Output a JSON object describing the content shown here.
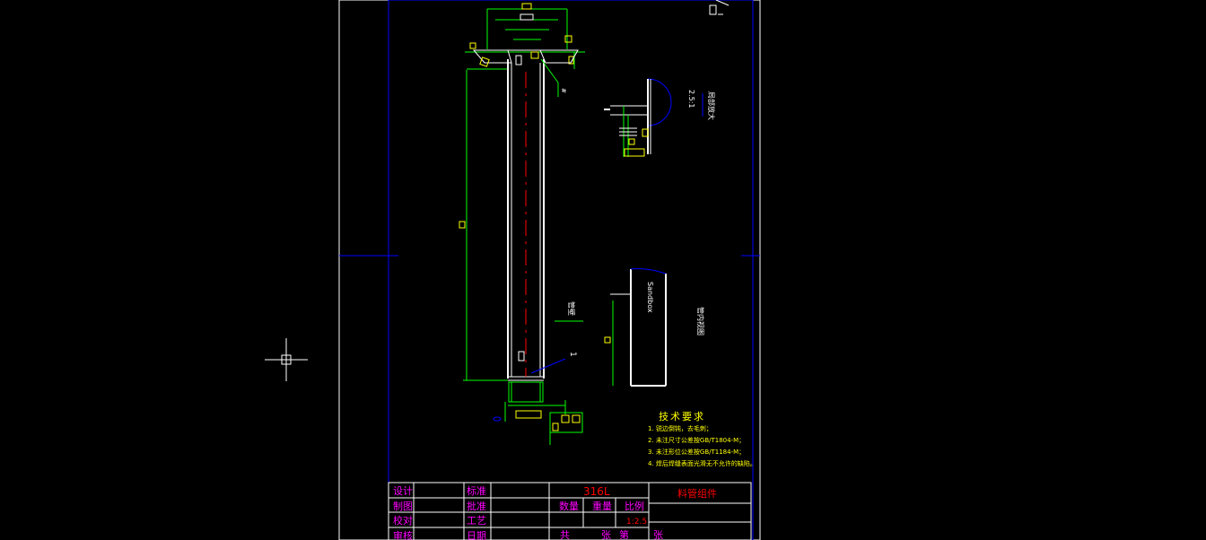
{
  "drawing": {
    "material": "316L",
    "part_name": "料管组件",
    "scale": "1:2.5",
    "section_note": "Sandbox",
    "right_label": "管内视图",
    "mid_label": "管壁",
    "arrow_label": "1",
    "detail_label": "局部放大",
    "detail_value": "2.5:1"
  },
  "tech_requirements": {
    "title": "技术要求",
    "items": [
      "1. 锐边倒钝，去毛刺；",
      "2. 未注尺寸公差按GB/T1804-M；",
      "3. 未注形位公差按GB/T1184-M；",
      "4. 焊后焊缝表面光滑无不允许的缺陷。"
    ]
  },
  "title_block": {
    "design": "设计",
    "standard": "标准",
    "drafting": "制图",
    "approve": "批准",
    "check": "校对",
    "process": "工艺",
    "review": "审核",
    "date": "日期",
    "quantity": "数量",
    "weight": "重量",
    "scale_label": "比例",
    "total": "共",
    "sheet": "张",
    "page": "第",
    "page_sheet": "张"
  },
  "colors": {
    "frame": "#ffffff",
    "blue": "#0000ff",
    "green": "#00ff00",
    "yellow": "#ffff00",
    "red": "#ff0000",
    "magenta": "#ff00ff"
  }
}
